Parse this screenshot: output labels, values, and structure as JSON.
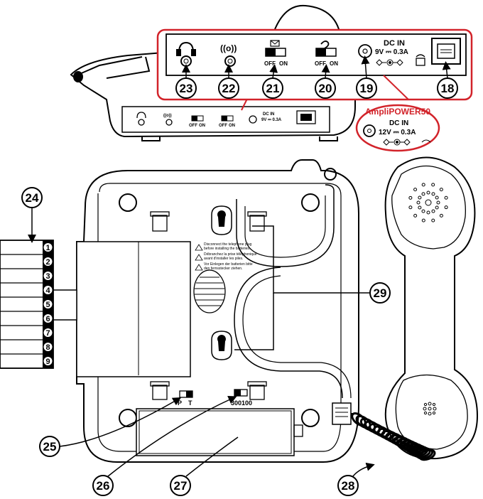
{
  "callouts": {
    "c18": "18",
    "c19": "19",
    "c20": "20",
    "c21": "21",
    "c22": "22",
    "c23": "23",
    "c24": "24",
    "c25": "25",
    "c26": "26",
    "c27": "27",
    "c28": "28",
    "c29": "29"
  },
  "panel": {
    "off": "OFF",
    "on": "ON",
    "dc_in": "DC IN",
    "rating_9v": "9V ⎓ 0.3A",
    "ampli_title": "AmpliPOWER50",
    "rating_12v": "12V ⎓ 0.3A",
    "small_off": "OFF",
    "small_on": "ON",
    "small_dc_in": "DC IN",
    "small_rating": "9V ⎓ 0.3A"
  },
  "speed_dial": [
    "1",
    "2",
    "3",
    "4",
    "5",
    "6",
    "7",
    "8",
    "9"
  ],
  "switch_pt": {
    "p": "P",
    "t": "T"
  },
  "switch_ringer": {
    "a": "300",
    "b": "100"
  },
  "warnings": {
    "line1": "Disconnect the telephone plug",
    "line2": "before installing the batteries.",
    "line3": "Débranchez la prise téléphonique",
    "line4": "avant d'installer les piles.",
    "line5": "Vor Einlegen der batterien bitte",
    "line6": "den fernsstecker ziehen."
  },
  "icons": [
    "headset-icon",
    "loop-icon",
    "envelope-icon",
    "ringer-icon",
    "power-jack-icon",
    "phone-icon",
    "warning-icon"
  ]
}
